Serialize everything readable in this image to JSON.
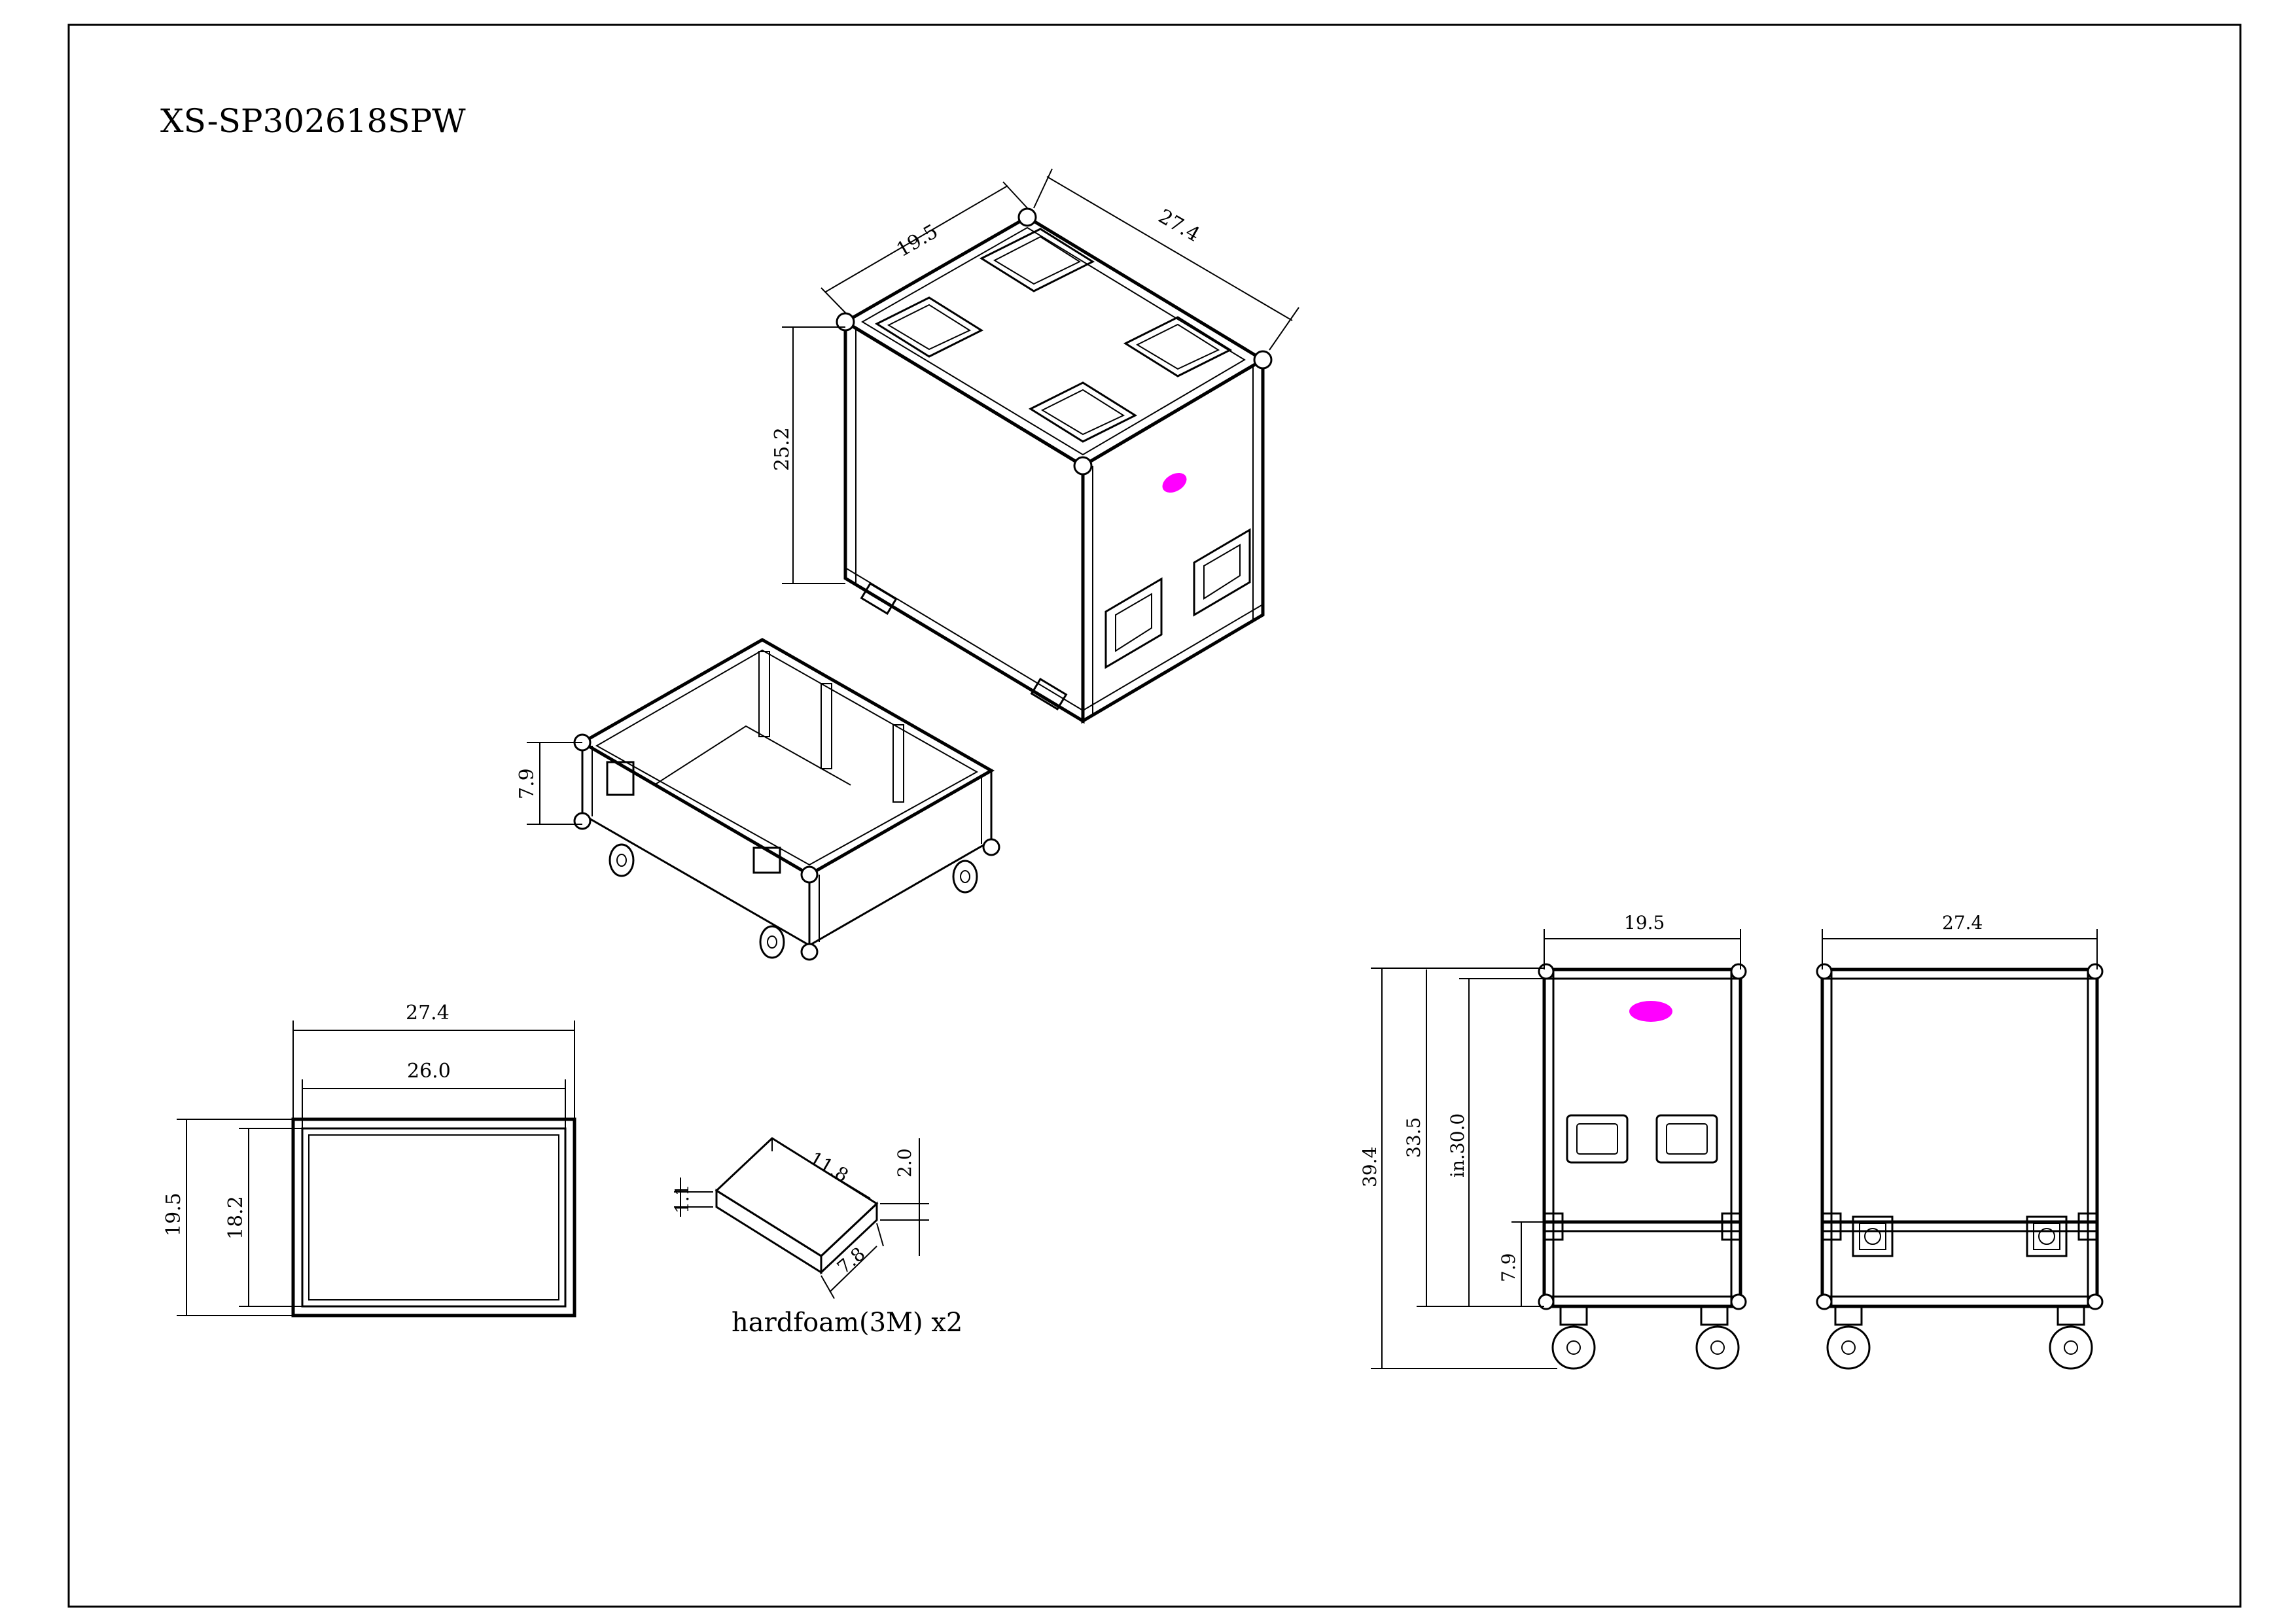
{
  "title": "XS-SP302618SPW",
  "iso_case": {
    "width": "19.5",
    "length": "27.4",
    "height": "25.2"
  },
  "iso_lid": {
    "height": "7.9"
  },
  "top_view": {
    "outer_length": "27.4",
    "inner_length": "26.0",
    "outer_width": "19.5",
    "inner_width": "18.2"
  },
  "foam": {
    "length": "11.8",
    "thickness": "2.0",
    "depth": "7.8",
    "lip": "1.1",
    "label": "hardfoam(3M) x2"
  },
  "front_view": {
    "width": "19.5",
    "overall_height": "39.4",
    "body_height": "33.5",
    "inner_height": "in.30.0",
    "lid_height": "7.9"
  },
  "side_view": {
    "length": "27.4"
  },
  "colors": {
    "line": "#000000",
    "logo_mark": "#ff00ff"
  }
}
